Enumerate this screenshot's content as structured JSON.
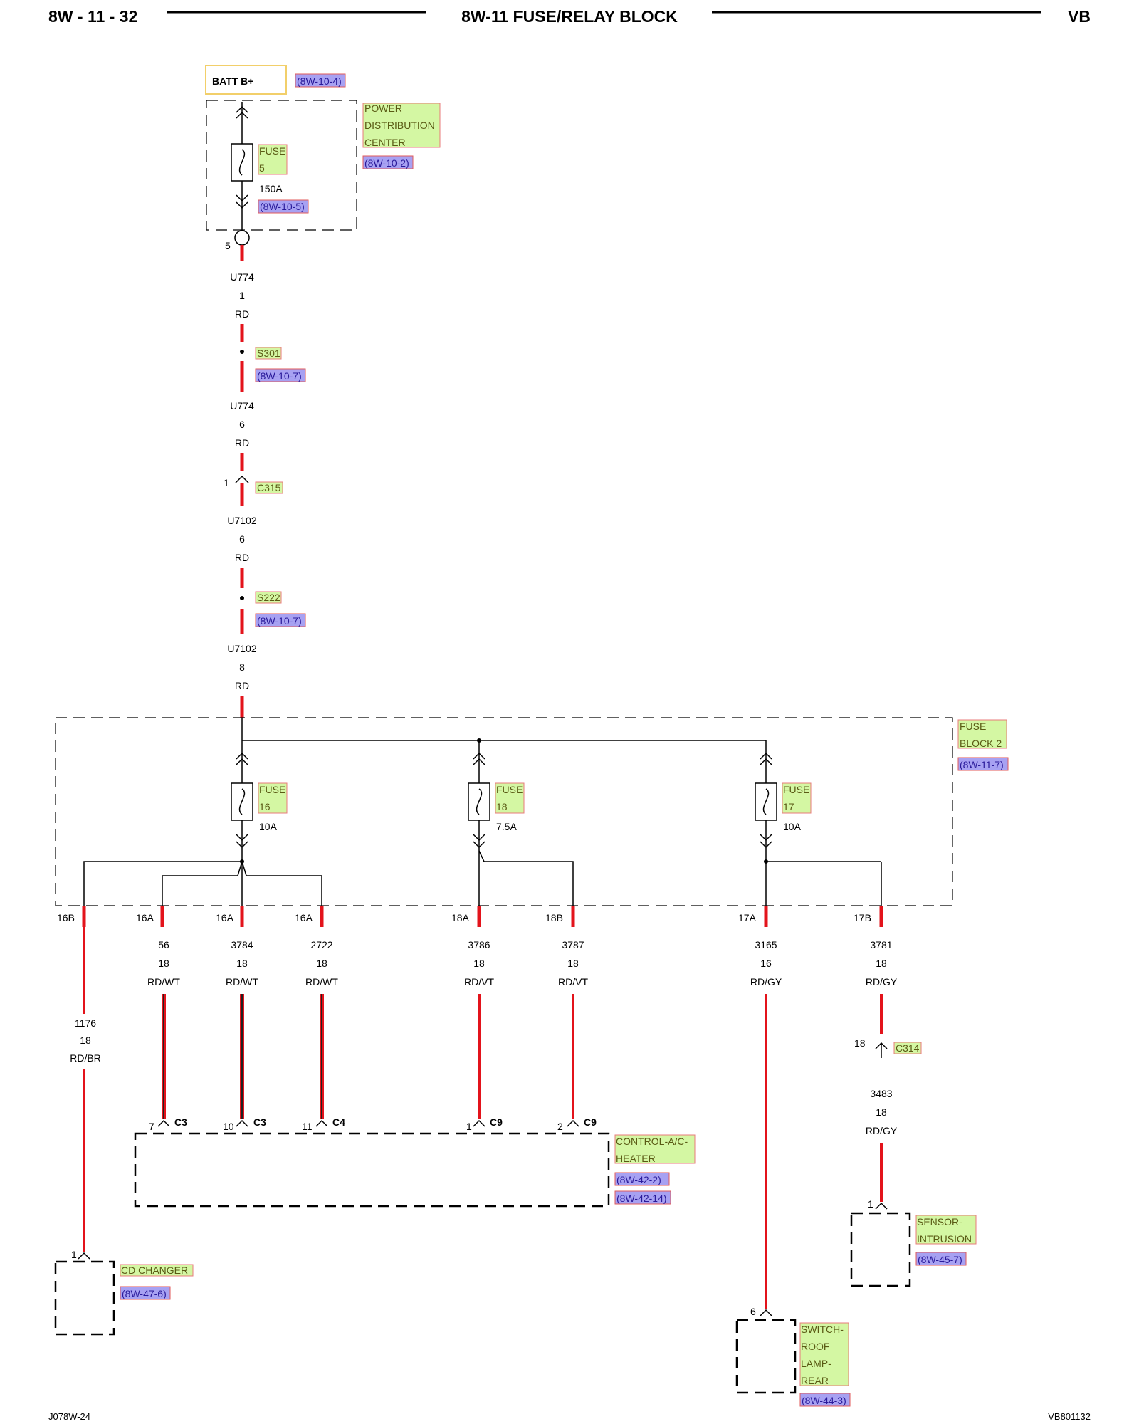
{
  "header": {
    "page_number": "8W - 11 - 32",
    "title": "8W-11 FUSE/RELAY BLOCK",
    "code": "VB"
  },
  "footer": {
    "left": "J078W-24",
    "right": "VB801132"
  },
  "colors": {
    "wire_red": "#e3131b",
    "green_label_bg": "#d4f7a3",
    "green_label_border": "#e87b7b",
    "ref_bg": "#a7a1f2",
    "ref_border": "#e05a5a",
    "batt_border": "#f2cf6a"
  },
  "top_feed": {
    "batt_label": "BATT B+",
    "batt_ref": "(8W-10-4)",
    "pdc_lines": [
      "POWER",
      "DISTRIBUTION",
      "CENTER"
    ],
    "pdc_ref": "(8W-10-2)",
    "fuse_lines": [
      "FUSE",
      "5"
    ],
    "fuse_rating": "150A",
    "fuse_ref": "(8W-10-5)",
    "terminal_pin": "5"
  },
  "main_wire": [
    {
      "circuit": "U774",
      "gauge": "1",
      "color": "RD"
    },
    {
      "splice": "S301",
      "ref": "(8W-10-7)"
    },
    {
      "circuit": "U774",
      "gauge": "6",
      "color": "RD"
    },
    {
      "connector": "C315",
      "pin": "1"
    },
    {
      "circuit": "U7102",
      "gauge": "6",
      "color": "RD"
    },
    {
      "splice": "S222",
      "ref": "(8W-10-7)"
    },
    {
      "circuit": "U7102",
      "gauge": "8",
      "color": "RD"
    }
  ],
  "fuse_block": {
    "label_lines": [
      "FUSE",
      "BLOCK 2"
    ],
    "ref": "(8W-11-7)",
    "fuses": [
      {
        "lines": [
          "FUSE",
          "16"
        ],
        "rating": "10A"
      },
      {
        "lines": [
          "FUSE",
          "18"
        ],
        "rating": "7.5A"
      },
      {
        "lines": [
          "FUSE",
          "17"
        ],
        "rating": "10A"
      }
    ]
  },
  "outputs": [
    {
      "cavity": "16B",
      "circuit": "1176",
      "gauge": "18",
      "color": "RD/BR"
    },
    {
      "cavity": "16A",
      "circuit": "56",
      "gauge": "18",
      "color": "RD/WT",
      "pin": "7",
      "conn": "C3"
    },
    {
      "cavity": "16A",
      "circuit": "3784",
      "gauge": "18",
      "color": "RD/WT",
      "pin": "10",
      "conn": "C3"
    },
    {
      "cavity": "16A",
      "circuit": "2722",
      "gauge": "18",
      "color": "RD/WT",
      "pin": "11",
      "conn": "C4"
    },
    {
      "cavity": "18A",
      "circuit": "3786",
      "gauge": "18",
      "color": "RD/VT",
      "pin": "1",
      "conn": "C9"
    },
    {
      "cavity": "18B",
      "circuit": "3787",
      "gauge": "18",
      "color": "RD/VT",
      "pin": "2",
      "conn": "C9"
    },
    {
      "cavity": "17A",
      "circuit": "3165",
      "gauge": "16",
      "color": "RD/GY"
    },
    {
      "cavity": "17B",
      "circuit": "3781",
      "gauge": "18",
      "color": "RD/GY"
    }
  ],
  "c314": {
    "pin": "18",
    "conn": "C314",
    "circuit": "3483",
    "gauge": "18",
    "color": "RD/GY"
  },
  "components": {
    "hvac": {
      "lines": [
        "CONTROL-A/C-",
        "HEATER"
      ],
      "refs": [
        "(8W-42-2)",
        "(8W-42-14)"
      ]
    },
    "cd_changer": {
      "name": "CD CHANGER",
      "ref": "(8W-47-6)",
      "pin": "1"
    },
    "sensor": {
      "lines": [
        "SENSOR-",
        "INTRUSION"
      ],
      "ref": "(8W-45-7)",
      "pin": "1"
    },
    "switch": {
      "lines": [
        "SWITCH-",
        "ROOF",
        "LAMP-",
        "REAR"
      ],
      "ref": "(8W-44-3)",
      "pin": "6"
    }
  }
}
